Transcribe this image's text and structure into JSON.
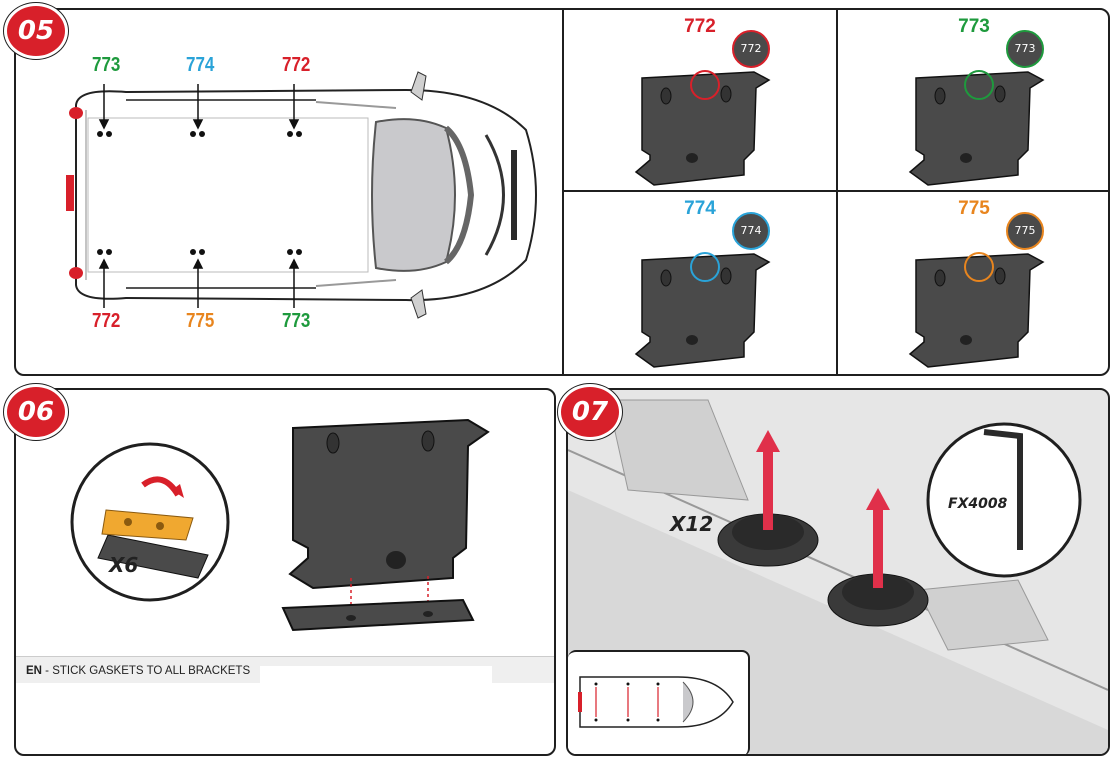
{
  "steps": {
    "s05": "05",
    "s06": "06",
    "s07": "07"
  },
  "step05": {
    "top_labels": [
      "773",
      "774",
      "772"
    ],
    "bottom_labels": [
      "772",
      "775",
      "773"
    ],
    "brackets": [
      {
        "title": "772",
        "tag": "772",
        "color": "#d8202a"
      },
      {
        "title": "773",
        "tag": "773",
        "color": "#1e9a3d"
      },
      {
        "title": "774",
        "tag": "774",
        "color": "#2aa3d8"
      },
      {
        "title": "775",
        "tag": "775",
        "color": "#e8851e"
      }
    ]
  },
  "step06": {
    "quantity": "X6",
    "instruction_lang": "EN",
    "instruction_text": " - STICK GASKETS TO ALL BRACKETS"
  },
  "step07": {
    "quantity": "X12",
    "tool_code": "FX4008"
  },
  "colors": {
    "accent_red": "#d8202a",
    "green": "#1e9a3d",
    "blue": "#2aa3d8",
    "orange": "#e8851e",
    "bracket": "#4a4a4a"
  }
}
